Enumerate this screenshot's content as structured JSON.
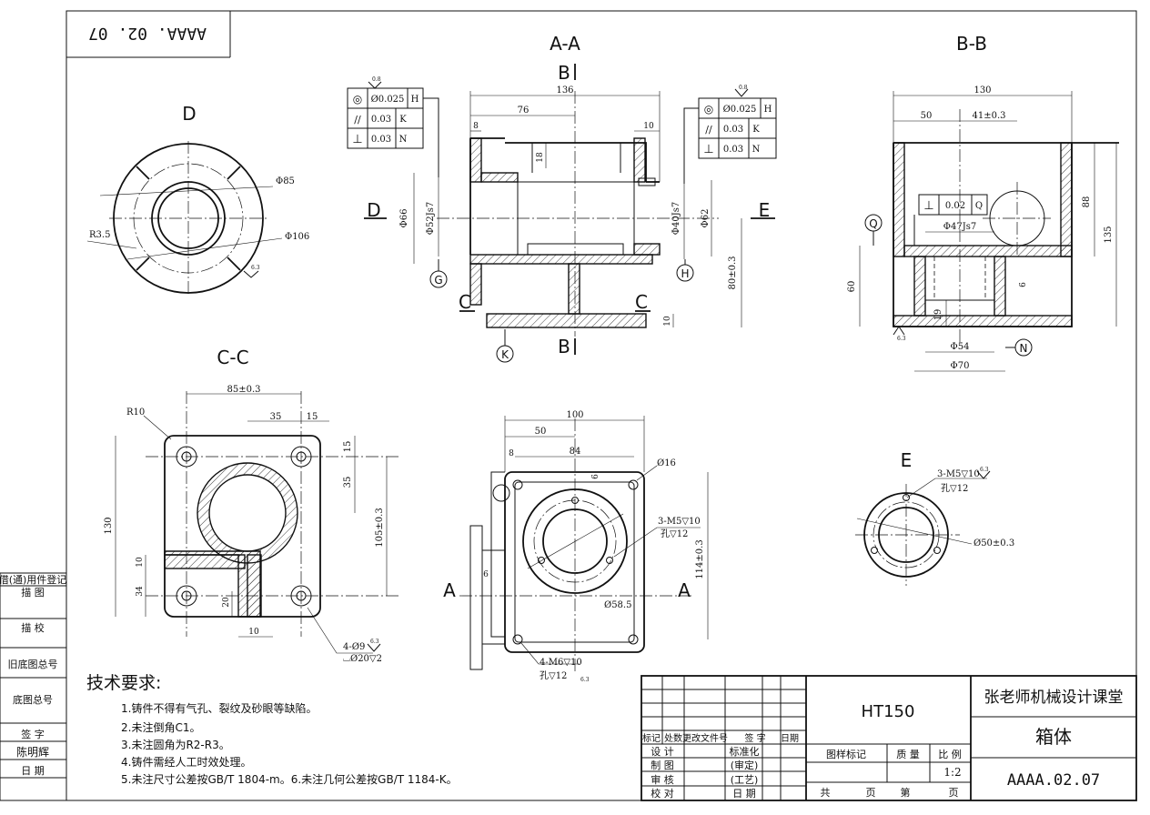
{
  "corner_stamp": "AAAA. 02. 07",
  "sections": {
    "aa": "A-A",
    "bb": "B-B",
    "cc": "C-C",
    "d": "D",
    "e": "E"
  },
  "aa_view": {
    "cut_b": "B",
    "cut_c": "C",
    "cut_d": "D",
    "cut_e": "E",
    "datum_g": "G",
    "datum_h": "H",
    "datum_k": "K",
    "dims": {
      "w136": "136",
      "w76": "76",
      "w8": "8",
      "w10": "10",
      "h18": "18",
      "d66": "Φ66",
      "d52": "Φ52Js7",
      "d40": "Φ40Js7",
      "d62": "Φ62",
      "h80": "80±0.3",
      "h10": "10"
    },
    "fcf_left": [
      {
        "sym": "◎",
        "tol": "Ø0.025",
        "datum": "H"
      },
      {
        "sym": "//",
        "tol": "0.03",
        "datum": "K"
      },
      {
        "sym": "⊥",
        "tol": "0.03",
        "datum": "N"
      }
    ],
    "fcf_right": [
      {
        "sym": "◎",
        "tol": "Ø0.025",
        "datum": "H"
      },
      {
        "sym": "//",
        "tol": "0.03",
        "datum": "K"
      },
      {
        "sym": "⊥",
        "tol": "0.03",
        "datum": "N"
      }
    ],
    "roughness": "0.8"
  },
  "bb_view": {
    "datum_q": "Q",
    "datum_n": "N",
    "dims": {
      "w130": "130",
      "w50": "50",
      "w41": "41±0.3",
      "h88": "88",
      "h135": "135",
      "h60": "60",
      "h19": "19",
      "h6": "6",
      "d47": "Φ47Js7",
      "d54": "Φ54",
      "d70": "Φ70"
    },
    "fcf": {
      "sym": "⊥",
      "tol": "0.02",
      "datum": "Q"
    },
    "roughness": "6.3"
  },
  "d_view": {
    "d85": "Φ85",
    "d106": "Φ106",
    "r35": "R3.5",
    "roughness": "6.3"
  },
  "cc_view": {
    "r10": "R10",
    "w85": "85±0.3",
    "w35": "35",
    "w15": "15",
    "h15": "15",
    "h35": "35",
    "h105": "105±0.3",
    "h130": "130",
    "h10": "10",
    "h34": "34",
    "h20": "20",
    "w10": "10",
    "holes1": "4-Ø9",
    "holes2": "⌴Ø20▽2",
    "roughness": "6.3"
  },
  "top_view": {
    "w100": "100",
    "w50": "50",
    "w84": "84",
    "w8": "8",
    "w6": "6",
    "h6": "6",
    "d16": "Ø16",
    "thread1a": "3-M5▽10",
    "thread1b": "孔▽12",
    "d585": "Ø58.5",
    "h114": "114±0.3",
    "thread2a": "4-M6▽10",
    "thread2b": "孔▽12",
    "cut_a": "A",
    "roughness": "6.3"
  },
  "e_view": {
    "thread_a": "3-M5▽10",
    "thread_b": "孔▽12",
    "d50": "Ø50±0.3",
    "roughness": "6.3"
  },
  "tech_req": {
    "title": "技术要求:",
    "items": [
      "1.铸件不得有气孔、裂纹及砂眼等缺陷。",
      "2.未注倒角C1。",
      "3.未注圆角为R2-R3。",
      "4.铸件需经人工时效处理。",
      "5.未注尺寸公差按GB/T 1804-m。6.未注几何公差按GB/T 1184-K。"
    ]
  },
  "left_strip": {
    "r1": "借(通)用件登记",
    "r2": "描    图",
    "r3": "描    校",
    "r4": "旧底图总号",
    "r5": "底图总号",
    "r6": "签    字",
    "r7": "陈明辉",
    "r8": "日    期"
  },
  "title_block": {
    "material": "HT150",
    "company": "张老师机械设计课堂",
    "part_name": "箱体",
    "drawing_no": "AAAA.02.07",
    "hdr": [
      "标记",
      "处数",
      "更改文件号",
      "签 字",
      "日期"
    ],
    "rows_left": [
      "设  计",
      "制  图",
      "审  核",
      "校  对"
    ],
    "rows_mid": [
      "标准化",
      "(审定)",
      "(工艺)",
      "日  期"
    ],
    "mark": "图样标记",
    "mass": "质 量",
    "scale_label": "比 例",
    "scale": "1:2",
    "total": "共",
    "page_word1": "页",
    "nth": "第",
    "page_word2": "页"
  }
}
